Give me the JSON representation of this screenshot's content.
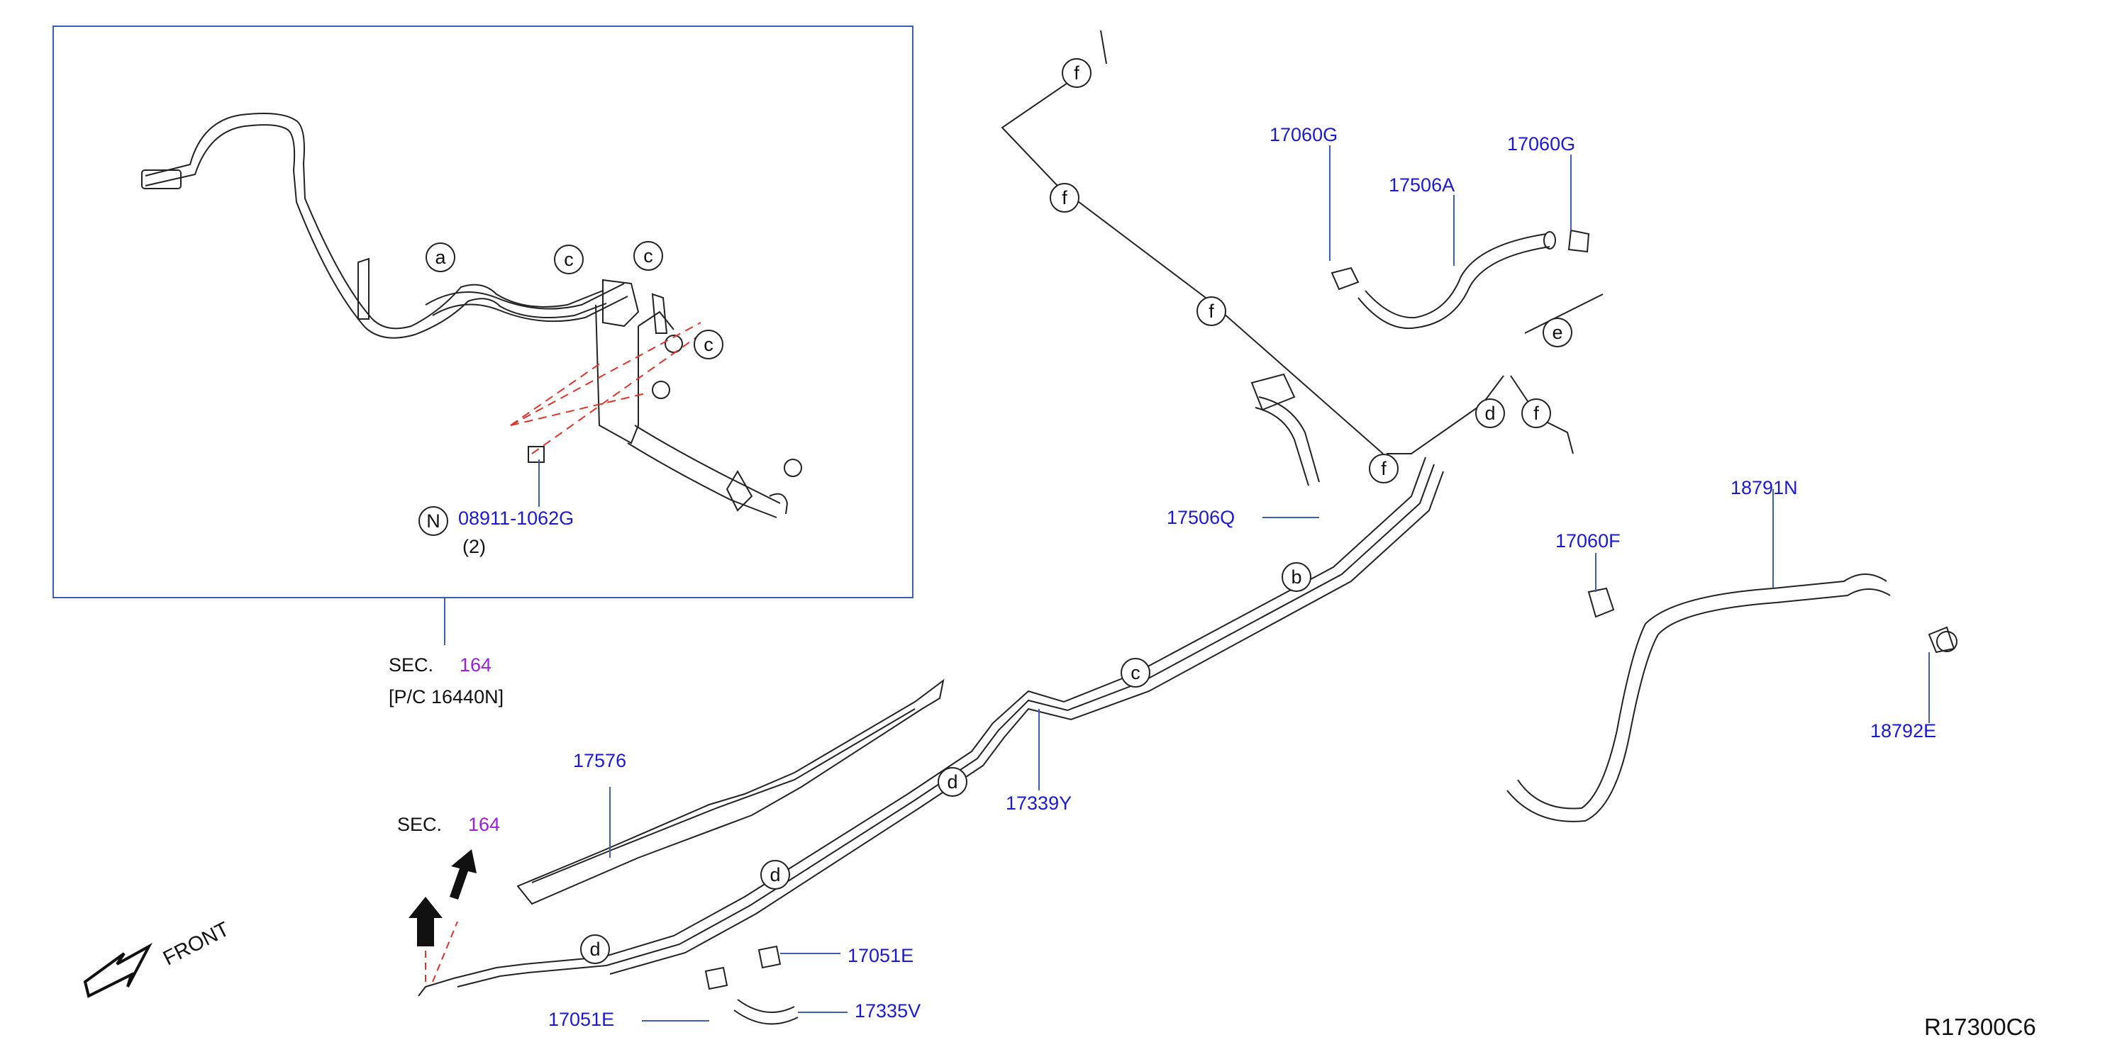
{
  "parts": {
    "p17060G_left": "17060G",
    "p17060G_right": "17060G",
    "p17506A": "17506A",
    "p17506Q": "17506Q",
    "p18791N": "18791N",
    "p17060F": "17060F",
    "p18792E": "18792E",
    "p17339Y": "17339Y",
    "p17576": "17576",
    "p17051E_right": "17051E",
    "p17051E_left": "17051E",
    "p17335V": "17335V",
    "p08911": "08911-1062G",
    "qty": "(2)"
  },
  "bubbles": {
    "n": "N",
    "a": "a",
    "c1": "c",
    "c2": "c",
    "c3": "c",
    "f1": "f",
    "f2": "f",
    "f3": "f",
    "f4": "f",
    "f5": "f",
    "e": "e",
    "d1": "d",
    "d2": "d",
    "d3": "d",
    "d4": "d",
    "b": "b",
    "c4": "c"
  },
  "sections": {
    "sec1_label": "SEC.",
    "sec1_num": "164",
    "pc_ref": "[P/C   16440N]",
    "sec2_label": "SEC.",
    "sec2_num": "164"
  },
  "front_label": "FRONT",
  "drawing_id": "R17300C6",
  "colors": {
    "part_label": "#1a1ad6",
    "section_ref": "#9b1ee0",
    "inset_border": "#3b5fb5",
    "dashed_guide": "#e0342b"
  }
}
